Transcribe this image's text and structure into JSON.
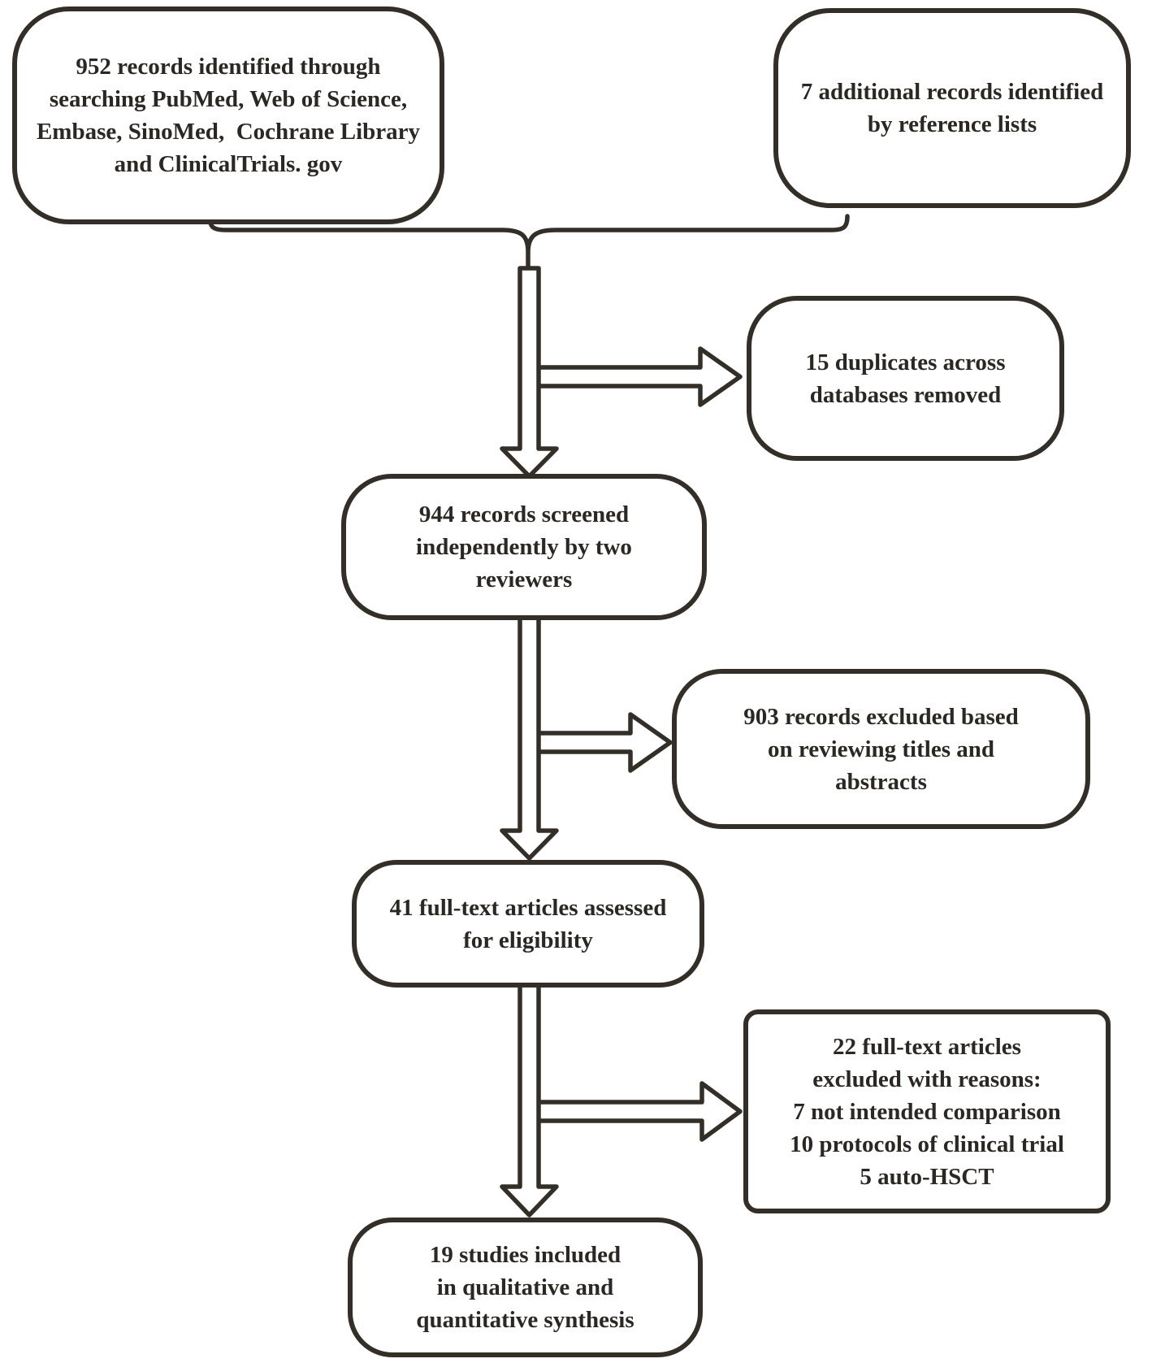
{
  "colors": {
    "ink": "#332e28",
    "text": "#2b2723",
    "background": "#ffffff"
  },
  "diagram": {
    "type": "flowchart",
    "nodes": {
      "identified": {
        "lines": [
          "952 records identified through",
          "searching PubMed, Web of Science,",
          "Embase, SinoMed,  Cochrane Library",
          "and ClinicalTrials. gov"
        ]
      },
      "additional": {
        "lines": [
          "7 additional records identified",
          "by reference lists"
        ]
      },
      "duplicates_removed": {
        "lines": [
          "15 duplicates across",
          "databases removed"
        ]
      },
      "screened": {
        "lines": [
          "944 records screened",
          "independently by two",
          "reviewers"
        ]
      },
      "excluded_screening": {
        "lines": [
          "903 records excluded based",
          "on reviewing titles and",
          "abstracts"
        ]
      },
      "fulltext_assessed": {
        "lines": [
          "41 full-text articles assessed",
          "for eligibility"
        ]
      },
      "fulltext_excluded": {
        "lines": [
          "22 full-text articles",
          "excluded with reasons:",
          "7 not intended comparison",
          "10 protocols of clinical trial",
          "5 auto-HSCT"
        ]
      },
      "included": {
        "lines": [
          "19 studies included",
          "in qualitative and",
          "quantitative synthesis"
        ]
      }
    },
    "edges": [
      {
        "from": "identified",
        "to": "screened"
      },
      {
        "from": "additional",
        "to": "screened"
      },
      {
        "from": "merge-line",
        "to": "duplicates_removed"
      },
      {
        "from": "screened",
        "to": "fulltext_assessed"
      },
      {
        "from": "screened-line",
        "to": "excluded_screening"
      },
      {
        "from": "fulltext_assessed",
        "to": "included"
      },
      {
        "from": "assessed-line",
        "to": "fulltext_excluded"
      }
    ]
  }
}
